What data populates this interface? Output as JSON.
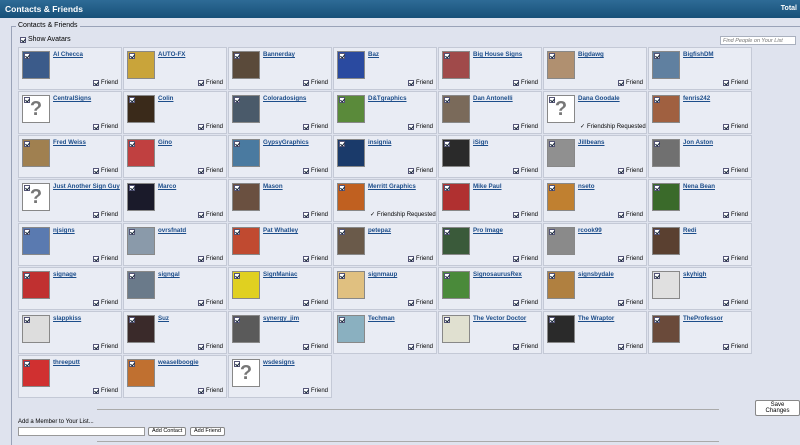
{
  "window": {
    "title": "Contacts & Friends",
    "right_label": "Total"
  },
  "panel": {
    "label": "Contacts & Friends"
  },
  "show_avatars": {
    "label": "Show Avatars",
    "checked": true
  },
  "search": {
    "placeholder": "Find People on Your List"
  },
  "friend_label": "Friend",
  "requested_label": "Friendship Requested",
  "contacts": [
    {
      "name": "Al Checca",
      "status": "friend",
      "av": "#3b5b8a"
    },
    {
      "name": "AUTO-FX",
      "status": "friend",
      "av": "#c9a43a"
    },
    {
      "name": "Bannerday",
      "status": "friend",
      "av": "#5a4a3a"
    },
    {
      "name": "Baz",
      "status": "friend",
      "av": "#2a4aa0"
    },
    {
      "name": "Big House Signs",
      "status": "friend",
      "av": "#a04a4a"
    },
    {
      "name": "Bigdawg",
      "status": "friend",
      "av": "#b09070"
    },
    {
      "name": "BigfishDM",
      "status": "friend",
      "av": "#6080a0"
    },
    {
      "name": "CentralSigns",
      "status": "friend",
      "av": ""
    },
    {
      "name": "Colin",
      "status": "friend",
      "av": "#3a2a1a"
    },
    {
      "name": "Coloradosigns",
      "status": "friend",
      "av": "#4a5a6a"
    },
    {
      "name": "D&Tgraphics",
      "status": "friend",
      "av": "#5a8a3a"
    },
    {
      "name": "Dan Antonelli",
      "status": "friend",
      "av": "#7a6a5a"
    },
    {
      "name": "Dana Goodale",
      "status": "requested",
      "av": ""
    },
    {
      "name": "fenris242",
      "status": "friend",
      "av": "#a06040"
    },
    {
      "name": "Fred Weiss",
      "status": "friend",
      "av": "#a08050"
    },
    {
      "name": "Gino",
      "status": "friend",
      "av": "#c04040"
    },
    {
      "name": "GypsyGraphics",
      "status": "friend",
      "av": "#4a7aa0"
    },
    {
      "name": "insignia",
      "status": "friend",
      "av": "#1a3a6a"
    },
    {
      "name": "iSign",
      "status": "friend",
      "av": "#2a2a2a"
    },
    {
      "name": "Jillbeans",
      "status": "friend",
      "av": "#909090"
    },
    {
      "name": "Jon Aston",
      "status": "friend",
      "av": "#707070"
    },
    {
      "name": "Just Another Sign Guy",
      "status": "friend",
      "av": ""
    },
    {
      "name": "Marco",
      "status": "friend",
      "av": "#1a1a2a"
    },
    {
      "name": "Mason",
      "status": "friend",
      "av": "#6a5040"
    },
    {
      "name": "Merritt Graphics",
      "status": "requested",
      "av": "#c06020"
    },
    {
      "name": "Mike Paul",
      "status": "friend",
      "av": "#b03030"
    },
    {
      "name": "nseto",
      "status": "friend",
      "av": "#c08030"
    },
    {
      "name": "Nena Bean",
      "status": "friend",
      "av": "#3a6a2a"
    },
    {
      "name": "njsigns",
      "status": "friend",
      "av": "#5a7ab0"
    },
    {
      "name": "ovrsfnatd",
      "status": "friend",
      "av": "#8a9aaa"
    },
    {
      "name": "Pat Whatley",
      "status": "friend",
      "av": "#c04a30"
    },
    {
      "name": "petepaz",
      "status": "friend",
      "av": "#6a5a4a"
    },
    {
      "name": "Pro Image",
      "status": "friend",
      "av": "#3a5a3a"
    },
    {
      "name": "rcook99",
      "status": "friend",
      "av": "#8a8a8a"
    },
    {
      "name": "Redi",
      "status": "friend",
      "av": "#5a4030"
    },
    {
      "name": "signage",
      "status": "friend",
      "av": "#c03030"
    },
    {
      "name": "signgal",
      "status": "friend",
      "av": "#6a7a8a"
    },
    {
      "name": "SignManiac",
      "status": "friend",
      "av": "#e0d020"
    },
    {
      "name": "signmaup",
      "status": "friend",
      "av": "#e0c080"
    },
    {
      "name": "SignosaurusRex",
      "status": "friend",
      "av": "#4a8a3a"
    },
    {
      "name": "signsbydale",
      "status": "friend",
      "av": "#b08040"
    },
    {
      "name": "skyhigh",
      "status": "friend",
      "av": "#e0e0e0"
    },
    {
      "name": "slappkiss",
      "status": "friend",
      "av": "#dddddd"
    },
    {
      "name": "Suz",
      "status": "friend",
      "av": "#3a2a2a"
    },
    {
      "name": "synergy_jim",
      "status": "friend",
      "av": "#5a5a5a"
    },
    {
      "name": "Techman",
      "status": "friend",
      "av": "#8ab0c0"
    },
    {
      "name": "The Vector Doctor",
      "status": "friend",
      "av": "#e0e0d0"
    },
    {
      "name": "The Wraptor",
      "status": "friend",
      "av": "#2a2a2a"
    },
    {
      "name": "TheProfessor",
      "status": "friend",
      "av": "#6a4a3a"
    },
    {
      "name": "threeputt",
      "status": "friend",
      "av": "#d03030"
    },
    {
      "name": "weaselboogie",
      "status": "friend",
      "av": "#c07030"
    },
    {
      "name": "wsdesigns",
      "status": "friend",
      "av": ""
    }
  ],
  "buttons": {
    "save": "Save Changes",
    "add_contact": "Add Contact",
    "add_friend": "Add Friend"
  },
  "add_member": {
    "label": "Add a Member to Your List...",
    "value": ""
  }
}
